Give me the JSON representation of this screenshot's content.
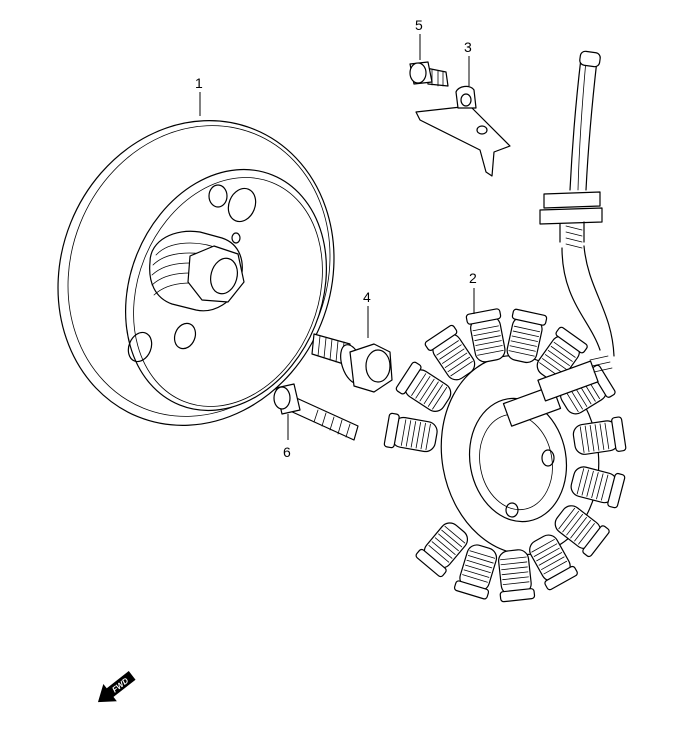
{
  "callouts": {
    "c1": "1",
    "c2": "2",
    "c3": "3",
    "c4": "4",
    "c5": "5",
    "c6": "6"
  },
  "fwd_label": "FWD"
}
